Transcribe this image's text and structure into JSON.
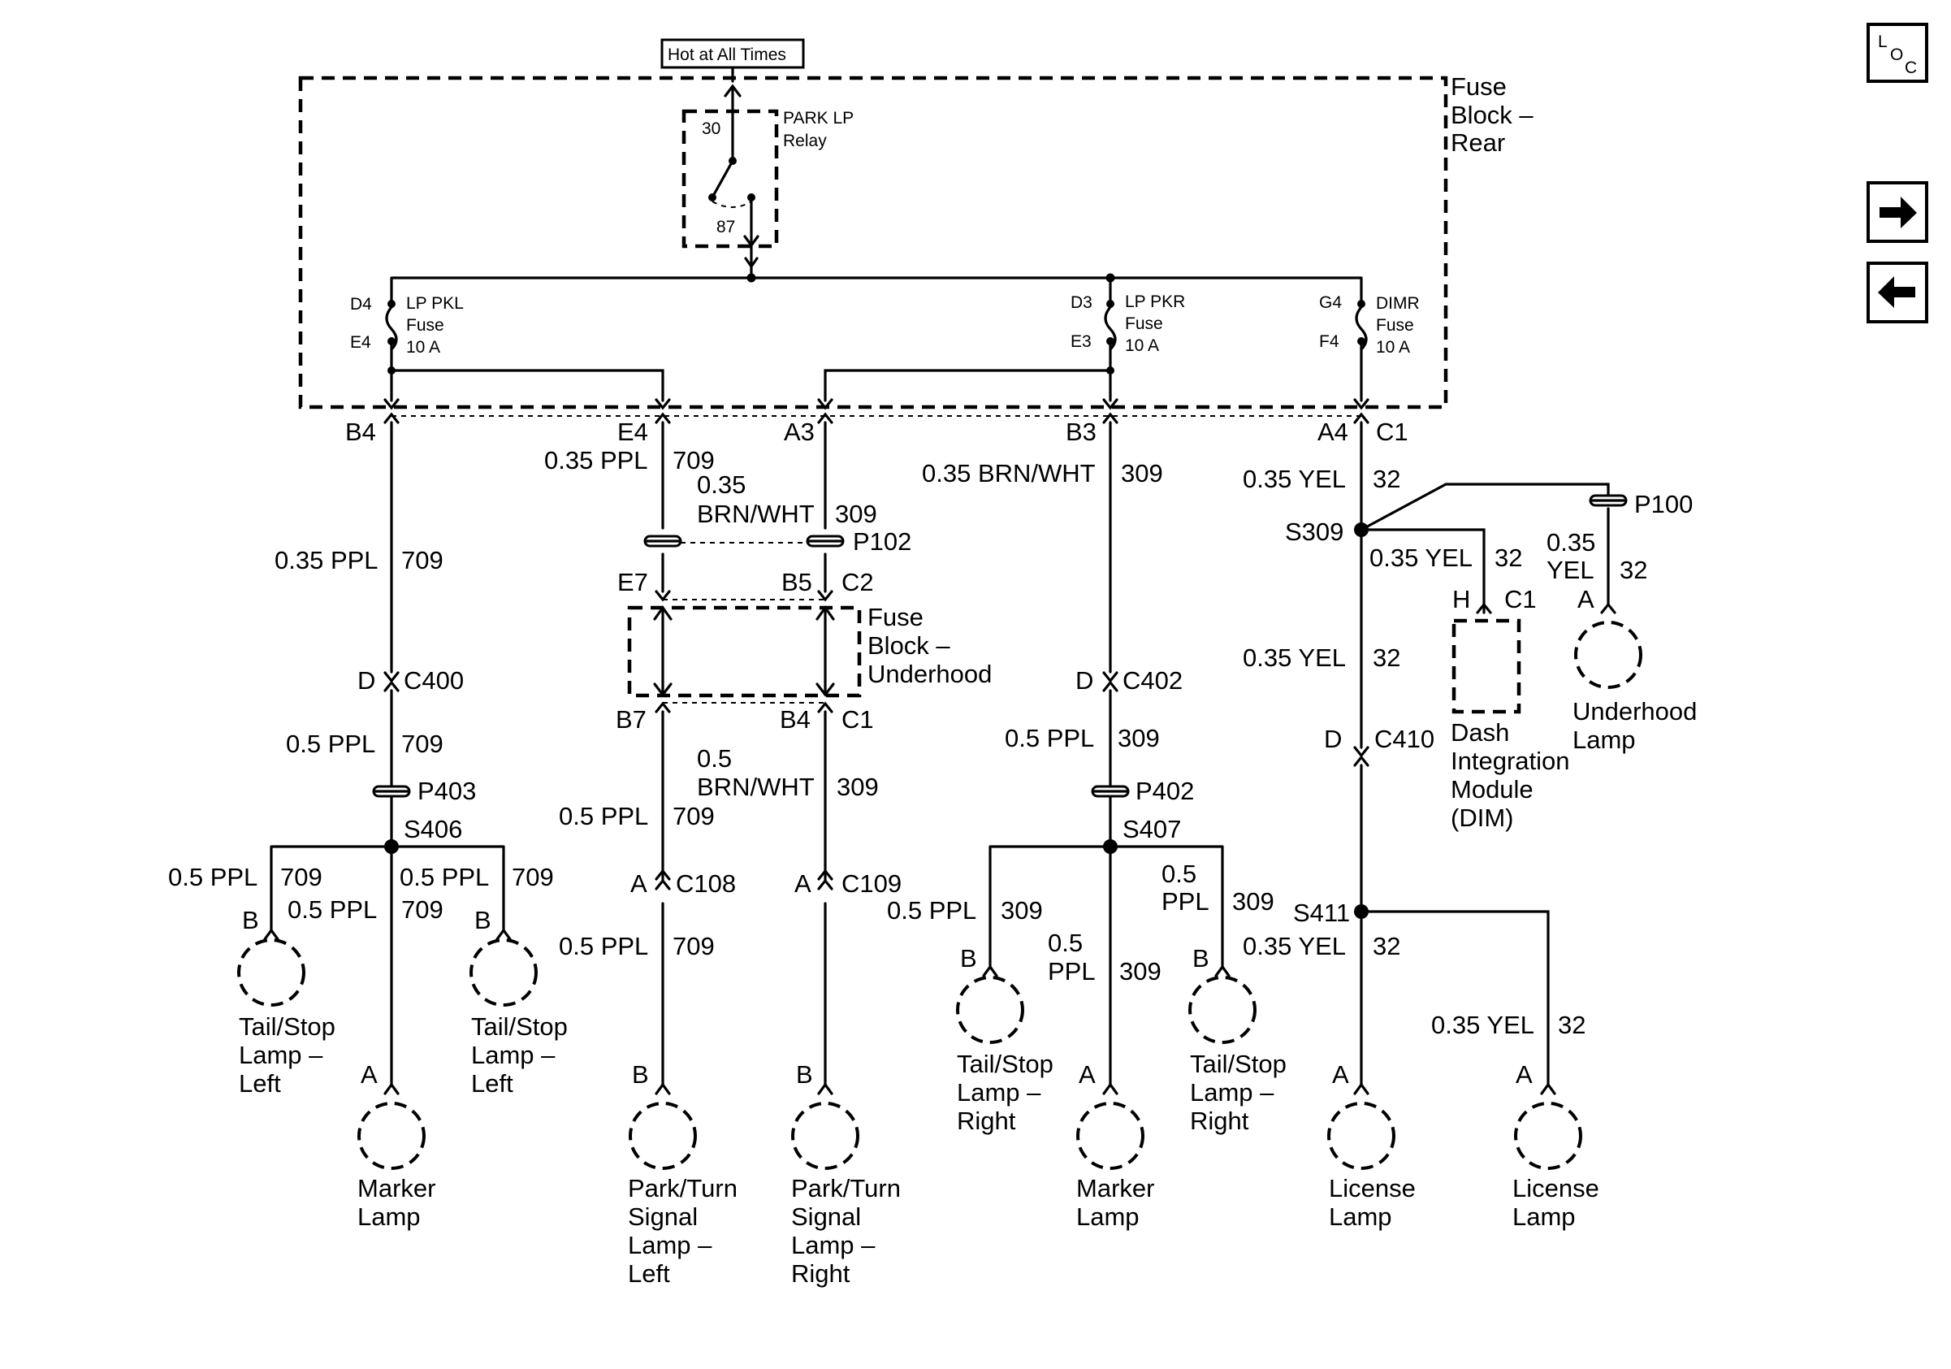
{
  "power_label": "Hot at All Times",
  "fuse_block_rear": [
    "Fuse",
    "Block –",
    "Rear"
  ],
  "fuse_block_underhood": [
    "Fuse",
    "Block –",
    "Underhood"
  ],
  "relay": {
    "name": [
      "PARK LP",
      "Relay"
    ],
    "pin_in": "30",
    "pin_out": "87"
  },
  "fuses": [
    {
      "pin_top": "D4",
      "pin_bot": "E4",
      "label": [
        "LP PKL",
        "Fuse",
        "10 A"
      ]
    },
    {
      "pin_top": "D3",
      "pin_bot": "E3",
      "label": [
        "LP PKR",
        "Fuse",
        "10 A"
      ]
    },
    {
      "pin_top": "G4",
      "pin_bot": "F4",
      "label": [
        "DIMR",
        "Fuse",
        "10 A"
      ]
    }
  ],
  "nav": {
    "loc_icon": "location-icon",
    "next_icon": "arrow-right-icon",
    "prev_icon": "arrow-left-icon"
  },
  "connectors": {
    "b4": "B4",
    "e4": "E4",
    "a3": "A3",
    "b3": "B3",
    "a4": "A4",
    "c1": "C1",
    "p102": "P102",
    "e7": "E7",
    "b5": "B5",
    "c2": "C2",
    "b7": "B7",
    "b4u": "B4",
    "c1u": "C1",
    "d1": "D",
    "c400": "C400",
    "p403": "P403",
    "s406": "S406",
    "a_c108": "A",
    "c108": "C108",
    "a_c109": "A",
    "c109": "C109",
    "d2": "D",
    "c402": "C402",
    "p402": "P402",
    "s407": "S407",
    "s309": "S309",
    "p100": "P100",
    "h": "H",
    "c1dim": "C1",
    "a_p100": "A",
    "d3": "D",
    "c410": "C410",
    "s411": "S411"
  },
  "wires": {
    "w1": "0.35 PPL",
    "n1": "709",
    "w2": "0.35",
    "w2b": "BRN/WHT",
    "n2": "309",
    "w3": "0.35 BRN/WHT",
    "n3": "309",
    "w4": "0.35 YEL",
    "n4": "32",
    "w5": "0.35 PPL",
    "n5": "709",
    "w6": "0.35 YEL",
    "n6": "32",
    "w7": "0.35",
    "w7b": "YEL",
    "n7": "32",
    "w8": "0.35 YEL",
    "n8": "32",
    "w9": "0.5 PPL",
    "n9": "709",
    "w10": "0.5",
    "w10b": "BRN/WHT",
    "n10": "309",
    "w11": "0.5 PPL",
    "n11": "709",
    "w12": "0.5 PPL",
    "n12": "309",
    "w13": "0.5 PPL",
    "n13": "709",
    "w14": "0.5 PPL",
    "n14": "709",
    "w15": "0.5 PPL",
    "n15": "709",
    "w16": "0.5 PPL",
    "n16": "309",
    "w17": "0.5",
    "w17b": "PPL",
    "n17": "309",
    "w18": "0.5",
    "w18b": "PPL",
    "n18": "309",
    "w19": "0.5 PPL",
    "n19": "709",
    "w20": "0.35 YEL",
    "n20": "32",
    "w21": "0.35 YEL",
    "n21": "32"
  },
  "loads": {
    "tail_left_1": {
      "pin": "B",
      "name": [
        "Tail/Stop",
        "Lamp –",
        "Left"
      ]
    },
    "marker_left": {
      "pin": "A",
      "name": [
        "Marker",
        "Lamp"
      ]
    },
    "tail_left_2": {
      "pin": "B",
      "name": [
        "Tail/Stop",
        "Lamp –",
        "Left"
      ]
    },
    "park_left": {
      "pin": "B",
      "name": [
        "Park/Turn",
        "Signal",
        "Lamp –",
        "Left"
      ]
    },
    "park_right": {
      "pin": "B",
      "name": [
        "Park/Turn",
        "Signal",
        "Lamp –",
        "Right"
      ]
    },
    "tail_right_1": {
      "pin": "B",
      "name": [
        "Tail/Stop",
        "Lamp –",
        "Right"
      ]
    },
    "marker_right": {
      "pin": "A",
      "name": [
        "Marker",
        "Lamp"
      ]
    },
    "tail_right_2": {
      "pin": "B",
      "name": [
        "Tail/Stop",
        "Lamp –",
        "Right"
      ]
    },
    "license_1": {
      "pin": "A",
      "name": [
        "License",
        "Lamp"
      ]
    },
    "license_2": {
      "pin": "A",
      "name": [
        "License",
        "Lamp"
      ]
    },
    "underhood": {
      "name": [
        "Underhood",
        "Lamp"
      ]
    },
    "dim": {
      "name": [
        "Dash",
        "Integration",
        "Module",
        "(DIM)"
      ]
    }
  }
}
